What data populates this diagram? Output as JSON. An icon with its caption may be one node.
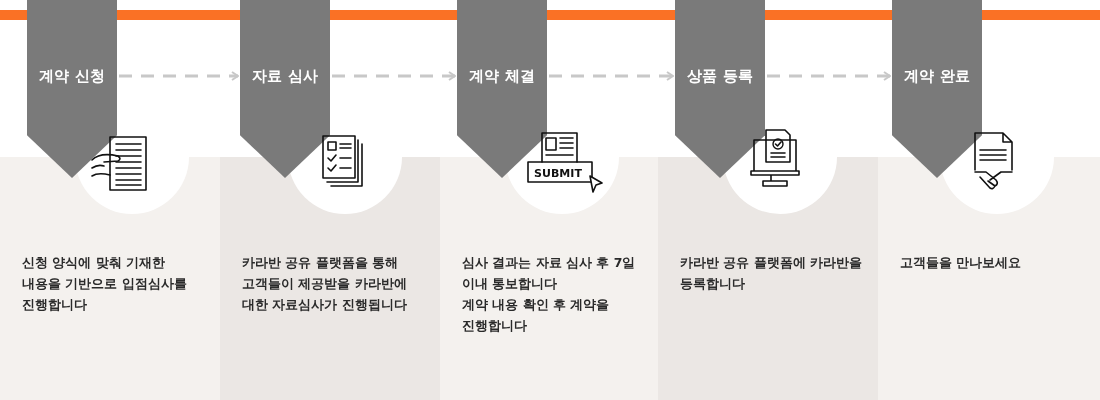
{
  "diagram": {
    "nodes": [
      {
        "text": [
          "계약 신청"
        ]
      },
      {
        "text": [
          "자료 심사"
        ]
      },
      {
        "text": [
          "계약 체결"
        ]
      },
      {
        "text": [
          "상품 등록"
        ]
      },
      {
        "text": [
          "계약 완료"
        ]
      },
      {
        "text": [
          "신청 양식에 맞춰 기재한 내용을 기반으로 입점심사를 진행합니다"
        ]
      },
      {
        "text": [
          "카라반 공유 플랫폼을 통해 고객들이 제공받을 카라반에 대한 자료심사가 진행됩니다"
        ]
      },
      {
        "text": [
          "심사 결과는 자료 심사 후 7일 이내 통보합니다",
          "계약 내용 확인 후 계약을 진행합니다"
        ]
      },
      {
        "text": [
          "카라반 공유 플랫폼에 카라반을 등록합니다"
        ]
      },
      {
        "text": [
          "고객들을 만나보세요"
        ]
      }
    ],
    "edges": [
      {
        "from": 0,
        "to": 1,
        "arrow": "to",
        "style": "dashed"
      },
      {
        "from": 1,
        "to": 2,
        "arrow": "to",
        "style": "dashed"
      },
      {
        "from": 2,
        "to": 3,
        "arrow": "to",
        "style": "dashed"
      },
      {
        "from": 3,
        "to": 4,
        "arrow": "to",
        "style": "dashed"
      }
    ],
    "labels": [
      "SUBMIT"
    ]
  }
}
